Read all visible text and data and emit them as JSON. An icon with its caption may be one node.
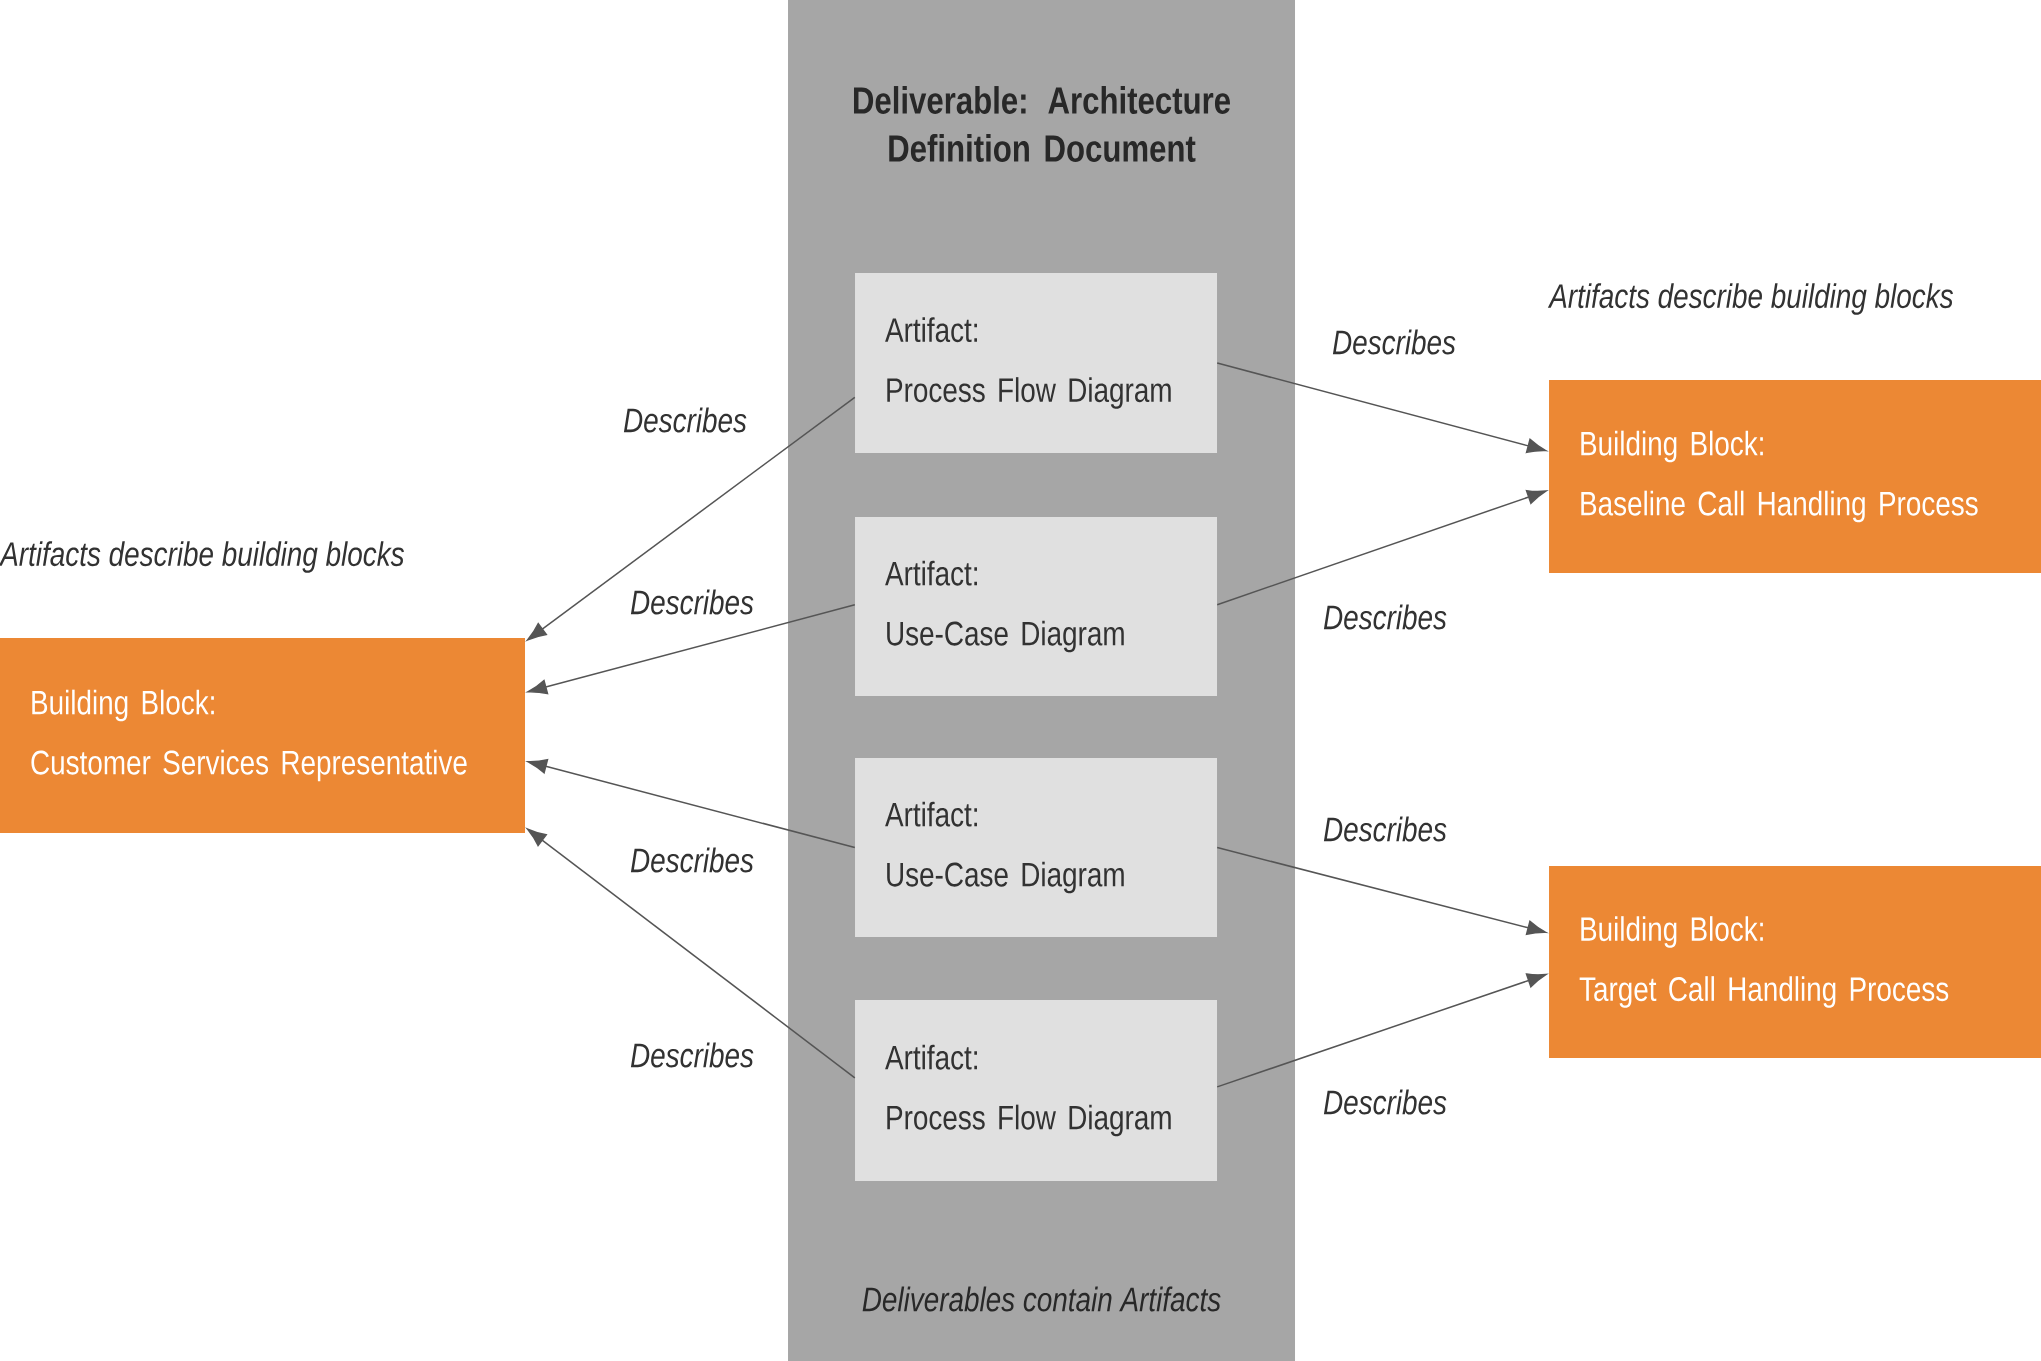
{
  "diagram": {
    "nodes": [
      {
        "text": [
          "Deliverable: Architecture Definition Document",
          "Deliverables contain Artifacts"
        ]
      },
      {
        "text": [
          "Artifact:",
          "Process Flow Diagram"
        ],
        "in": 0
      },
      {
        "text": [
          "Artifact:",
          "Use-Case Diagram"
        ],
        "in": 0
      },
      {
        "text": [
          "Artifact:",
          "Use-Case Diagram"
        ],
        "in": 0
      },
      {
        "text": [
          "Artifact:",
          "Process Flow Diagram"
        ],
        "in": 0
      },
      {
        "text": [
          "Building Block:",
          "Customer Services Representative"
        ],
        "beside": [
          "Artifacts describe building blocks"
        ]
      },
      {
        "text": [
          "Building Block:",
          "Baseline Call Handling Process"
        ],
        "beside": [
          "Artifacts describe building blocks"
        ]
      },
      {
        "text": [
          "Building Block:",
          "Target Call Handling Process"
        ]
      }
    ],
    "edges": [
      {
        "from": 1,
        "to": 5,
        "arrow": "to",
        "label": "Describes"
      },
      {
        "from": 2,
        "to": 5,
        "arrow": "to",
        "label": "Describes"
      },
      {
        "from": 3,
        "to": 5,
        "arrow": "to",
        "label": "Describes"
      },
      {
        "from": 4,
        "to": 5,
        "arrow": "to",
        "label": "Describes"
      },
      {
        "from": 1,
        "to": 6,
        "arrow": "to",
        "label": "Describes"
      },
      {
        "from": 2,
        "to": 6,
        "arrow": "to",
        "label": "Describes"
      },
      {
        "from": 3,
        "to": 7,
        "arrow": "to",
        "label": "Describes"
      },
      {
        "from": 4,
        "to": 7,
        "arrow": "to",
        "label": "Describes"
      }
    ]
  }
}
